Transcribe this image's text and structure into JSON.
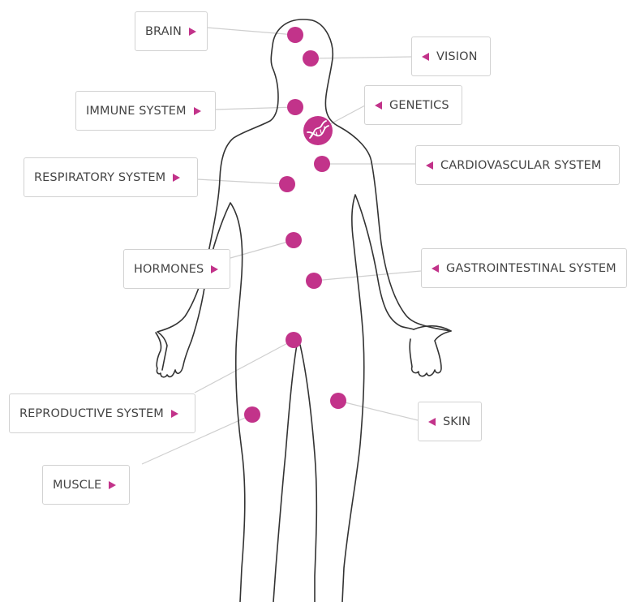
{
  "accent_color": "#c2338a",
  "line_color": "#cfcfcf",
  "outline_color": "#333333",
  "labels": {
    "brain": "BRAIN",
    "vision": "VISION",
    "immune": "IMMUNE SYSTEM",
    "genetics": "GENETICS",
    "cardio": "CARDIOVASCULAR SYSTEM",
    "respiratory": "RESPIRATORY SYSTEM",
    "hormones": "HORMONES",
    "gastro": "GASTROINTESTINAL SYSTEM",
    "reproductive": "REPRODUCTIVE SYSTEM",
    "skin": "SKIN",
    "muscle": "MUSCLE"
  },
  "icons": {
    "arrow_right": "triangle-right-icon",
    "arrow_left": "triangle-left-icon",
    "genetics_marker": "dna-icon"
  }
}
